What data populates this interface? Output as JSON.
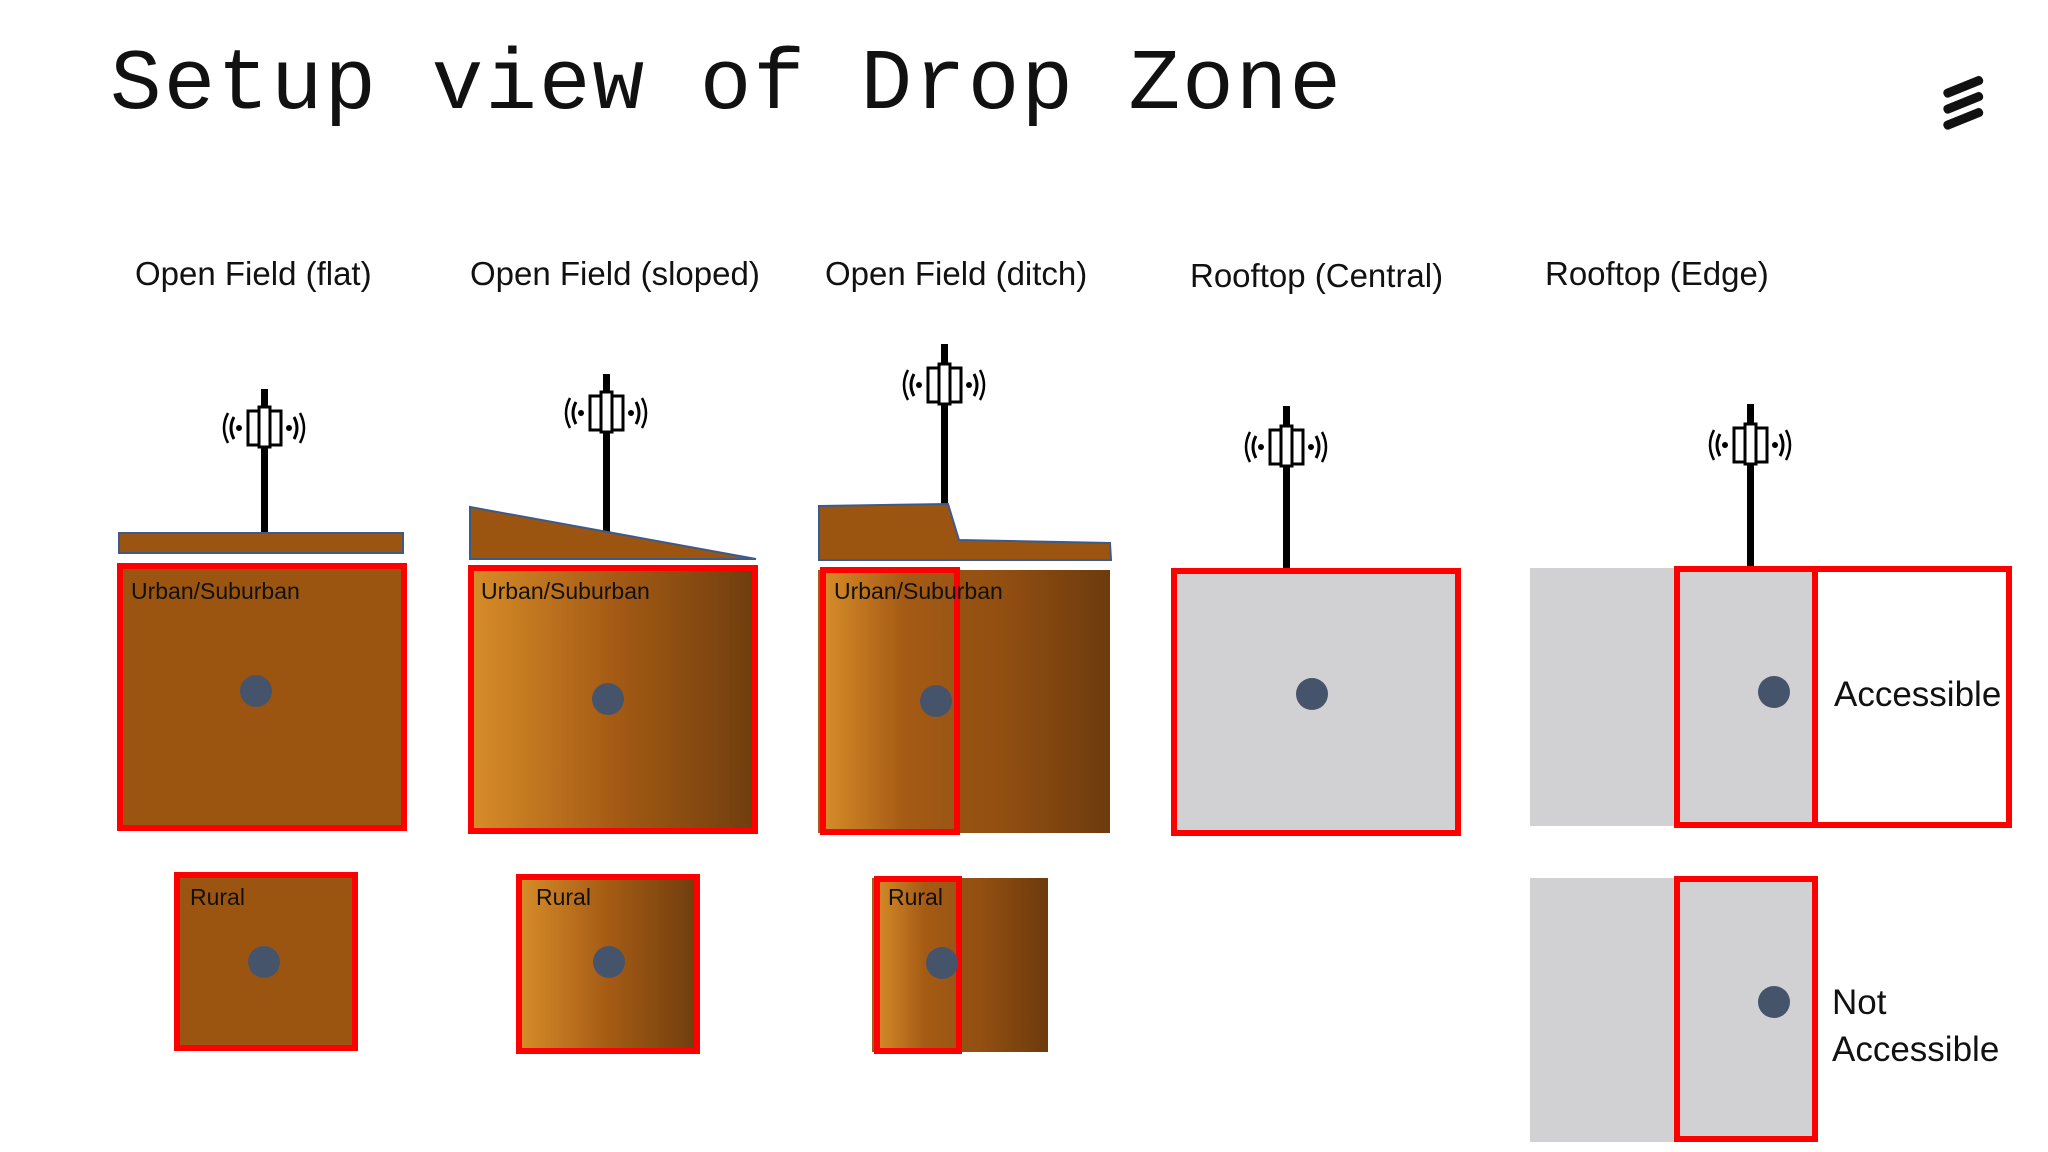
{
  "title": "Setup view of Drop Zone",
  "logo": {
    "icon": "ericsson-logo-icon"
  },
  "columns": [
    {
      "heading": "Open Field (flat)"
    },
    {
      "heading": "Open Field (sloped)"
    },
    {
      "heading": "Open Field (ditch)"
    },
    {
      "heading": "Rooftop (Central)"
    },
    {
      "heading": "Rooftop (Edge)"
    }
  ],
  "labels": {
    "urban": "Urban/Suburban",
    "rural": "Rural",
    "accessible": "Accessible",
    "not_accessible_line1": "Not",
    "not_accessible_line2": "Accessible"
  },
  "colors": {
    "zone_border": "#ff0000",
    "soil": "#9b5511",
    "roof": "#d1d0d2",
    "drop_point": "#46546b"
  }
}
